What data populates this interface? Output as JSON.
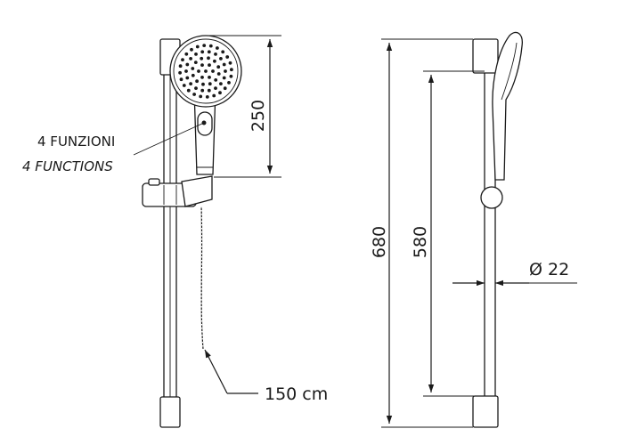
{
  "labels": {
    "functions_it": "4 FUNZIONI",
    "functions_en": "4 FUNCTIONS",
    "hose_length": "150 cm",
    "dim_handshower_height": "250",
    "dim_total_height": "680",
    "dim_bar_height": "580",
    "dim_diameter": "Ø 22"
  }
}
